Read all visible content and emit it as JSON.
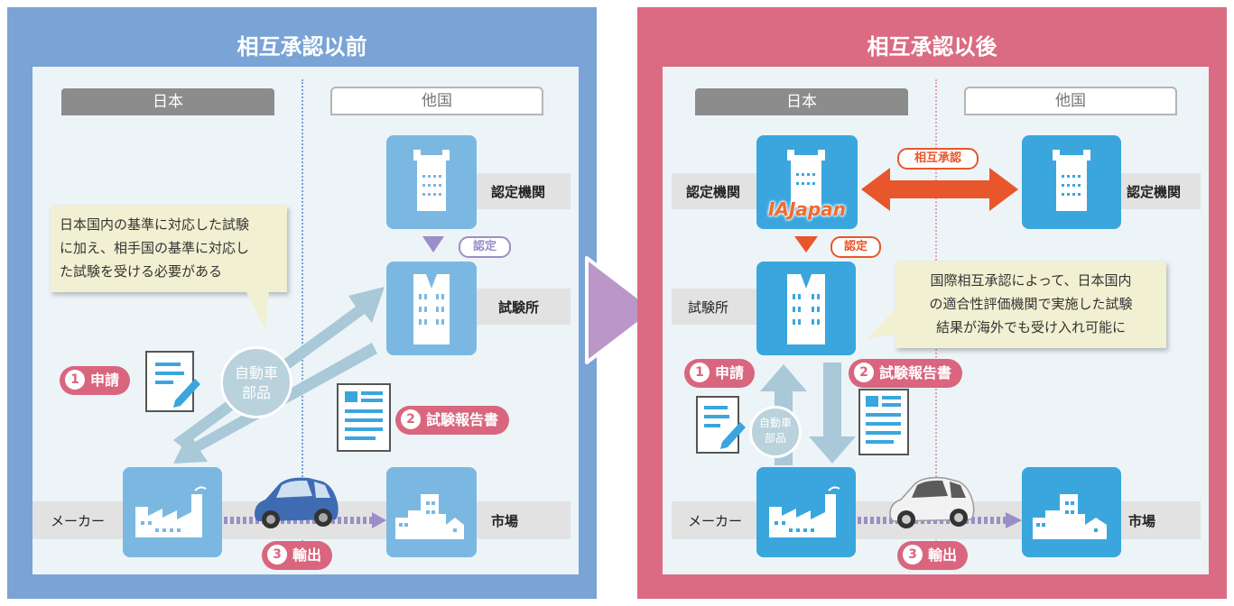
{
  "before": {
    "title": "相互承認以前",
    "tab_japan": "日本",
    "tab_other": "他国",
    "label_certbody": "認定機関",
    "label_lab": "試験所",
    "label_maker": "メーカー",
    "label_market": "市場",
    "tag_accredit": "認定",
    "note": [
      "日本国内の基準に対応した試験",
      "に加え、相手国の基準に対応し",
      "た試験を受ける必要がある"
    ],
    "parts": [
      "自動車",
      "部品"
    ],
    "step1": {
      "num": "1",
      "label": "申請"
    },
    "step2": {
      "num": "2",
      "label": "試験報告書"
    },
    "step3": {
      "num": "3",
      "label": "輸出"
    }
  },
  "after": {
    "title": "相互承認以後",
    "tab_japan": "日本",
    "tab_other": "他国",
    "label_certbody_left": "認定機関",
    "label_certbody_right": "認定機関",
    "label_lab": "試験所",
    "label_maker": "メーカー",
    "label_market": "市場",
    "logo_text": "IAJapan",
    "tag_mutual": "相互承認",
    "tag_accredit": "認定",
    "note": [
      "国際相互承認によって、日本国内",
      "の適合性評価機関で実施した試験",
      "結果が海外でも受け入れ可能に"
    ],
    "parts": [
      "自動車",
      "部品"
    ],
    "step1": {
      "num": "1",
      "label": "申請"
    },
    "step2": {
      "num": "2",
      "label": "試験報告書"
    },
    "step3": {
      "num": "3",
      "label": "輸出"
    }
  },
  "colors": {
    "before_bg": "#7aa3d6",
    "after_bg": "#db6b82",
    "tile_before": "#7bb8e1",
    "tile_after": "#3aa6dd",
    "mutual_arrow": "#e8562b",
    "step_pill": "#d9667e",
    "transition_arrow": "#bb96c8"
  }
}
